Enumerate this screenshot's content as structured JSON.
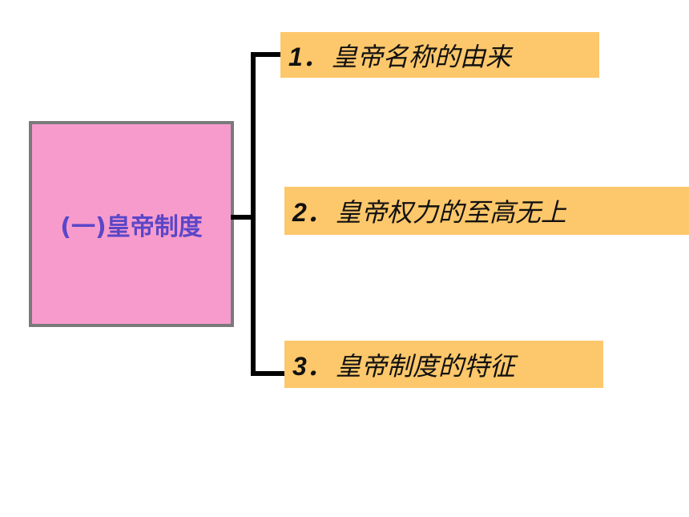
{
  "main": {
    "label": "(一)皇帝制度"
  },
  "items": [
    {
      "num": "1．",
      "text": "皇帝名称的由来"
    },
    {
      "num": "2．",
      "text": "皇帝权力的至高无上"
    },
    {
      "num": "3．",
      "text": "皇帝制度的特征"
    }
  ],
  "colors": {
    "main_fill": "#f79bcc",
    "main_border": "#7a7a7a",
    "main_text": "#5a46c8",
    "item_fill": "#fdc76b",
    "connector": "#000000"
  }
}
